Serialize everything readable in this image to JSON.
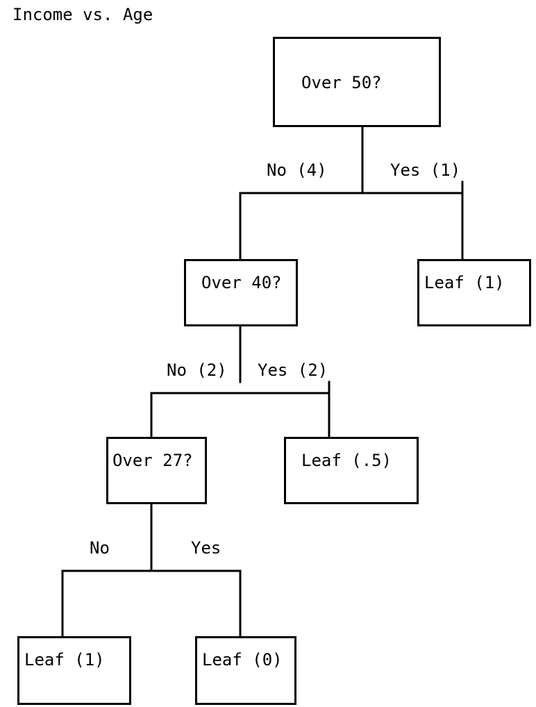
{
  "title": "Income vs. Age",
  "nodes": {
    "over_50": "Over 50?",
    "over_40": "Over 40?",
    "over_27": "Over 27?",
    "leaf_over_50_yes": "Leaf (1)",
    "leaf_over_40_yes": "Leaf (.5)",
    "leaf_over_27_no": "Leaf (1)",
    "leaf_over_27_yes": "Leaf (0)"
  },
  "edges": {
    "over_50_no": "No (4)",
    "over_50_yes": "Yes (1)",
    "over_40_no": "No (2)",
    "over_40_yes": "Yes (2)",
    "over_27_no": "No",
    "over_27_yes": "Yes"
  }
}
